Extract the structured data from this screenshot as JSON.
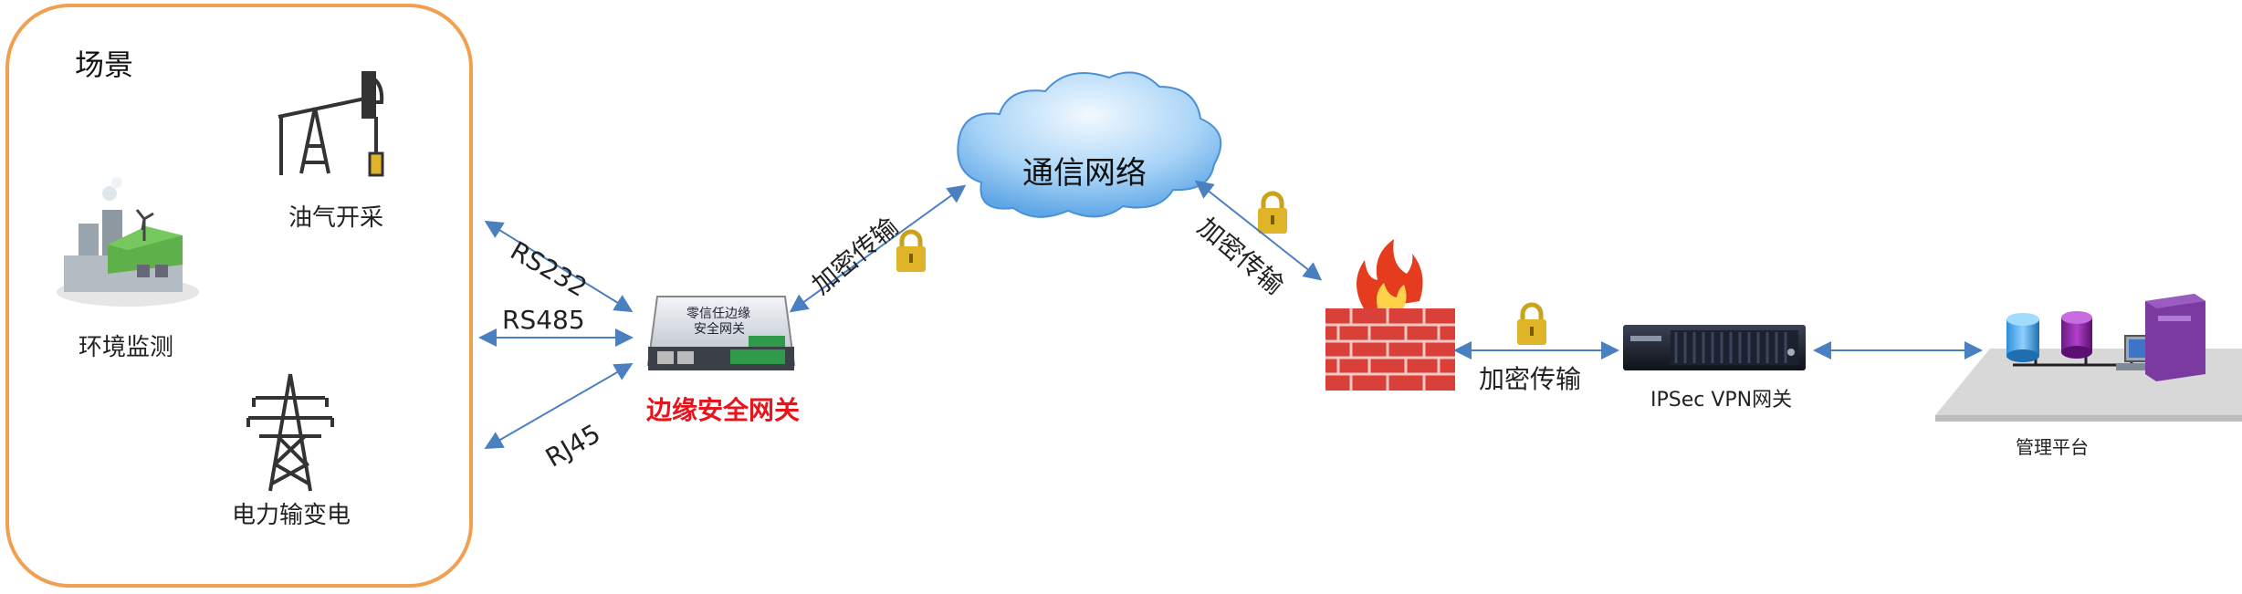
{
  "scene": {
    "title": "场景",
    "items": {
      "oil": "油气开采",
      "env": "环境监测",
      "power": "电力输变电"
    }
  },
  "links": {
    "rs232": "RS232",
    "rs485": "RS485",
    "rj45": "RJ45"
  },
  "gateway": {
    "label": "边缘安全网关",
    "label_color": "#e8141b",
    "device_text_line1": "零信任边缘",
    "device_text_line2": "安全网关"
  },
  "network": {
    "label": "通信网络"
  },
  "encrypted_label": "加密传输",
  "vpn": {
    "label": "IPSec VPN网关"
  },
  "platform": {
    "label": "管理平台"
  },
  "colors": {
    "arrow": "#4a7fc0",
    "scene_border": "#f0a050",
    "lock": "#e0b428",
    "cloud_top": "#dff0ff",
    "cloud_bottom": "#6aaee8"
  }
}
